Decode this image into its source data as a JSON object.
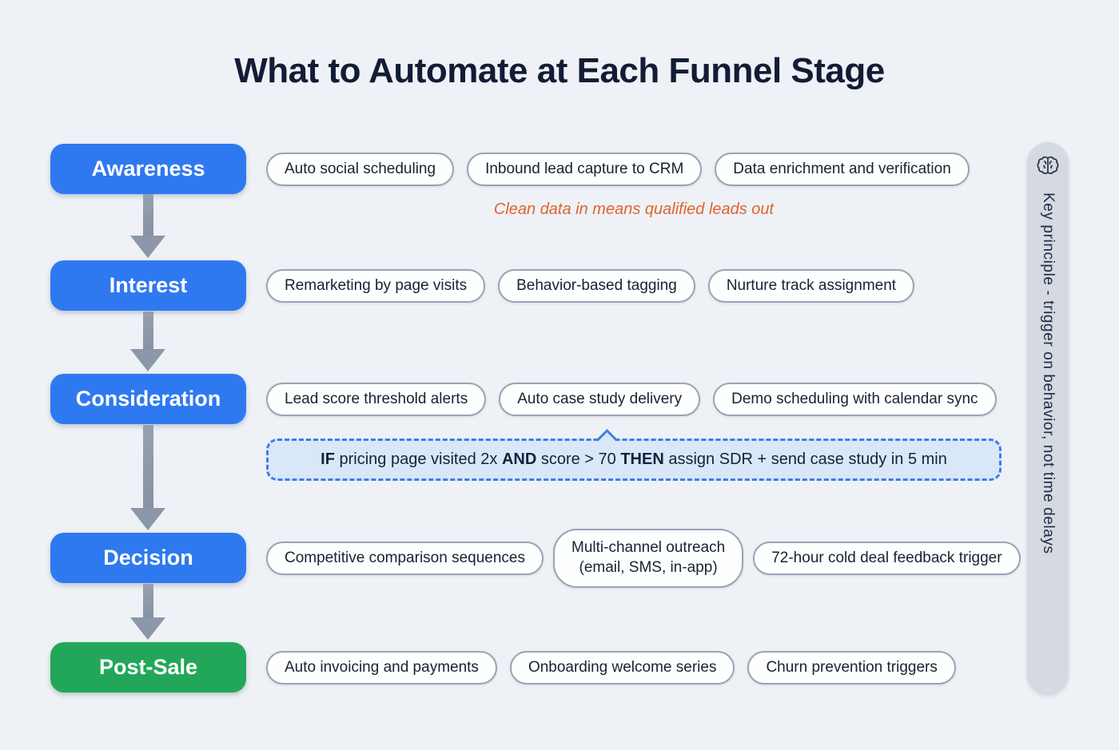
{
  "title": "What to Automate at Each Funnel Stage",
  "stages": [
    {
      "label": "Awareness",
      "pills": [
        "Auto social scheduling",
        "Inbound lead capture to CRM",
        "Data enrichment and verification"
      ],
      "note": "Clean data in means qualified leads out"
    },
    {
      "label": "Interest",
      "pills": [
        "Remarketing by page visits",
        "Behavior-based tagging",
        "Nurture track assignment"
      ]
    },
    {
      "label": "Consideration",
      "pills": [
        "Lead score threshold alerts",
        "Auto case study delivery",
        "Demo scheduling with calendar sync"
      ],
      "rule": {
        "seg1": "IF",
        "seg2": " pricing page visited 2x ",
        "seg3": "AND",
        "seg4": " score > 70 ",
        "seg5": "THEN",
        "seg6": " assign SDR + send case study in 5 min"
      }
    },
    {
      "label": "Decision",
      "pills": [
        "Competitive comparison sequences",
        {
          "line1": "Multi-channel outreach",
          "line2": "(email, SMS, in-app)"
        },
        "72-hour cold deal feedback trigger"
      ]
    },
    {
      "label": "Post-Sale",
      "pills": [
        "Auto invoicing and payments",
        "Onboarding welcome series",
        "Churn prevention triggers"
      ]
    }
  ],
  "sidebar": {
    "icon": "brain-icon",
    "label": "Key principle - trigger on behavior, not time delays"
  },
  "colors": {
    "background": "#EEF1F5",
    "stage_blue": "#2F79F0",
    "stage_green": "#22A75A",
    "arrow_gray": "#8C98A9",
    "note_orange": "#DF6430",
    "rule_border_blue": "#3C7EE6",
    "rule_bg_blue": "#DAE7F9",
    "title_navy": "#131C35"
  }
}
